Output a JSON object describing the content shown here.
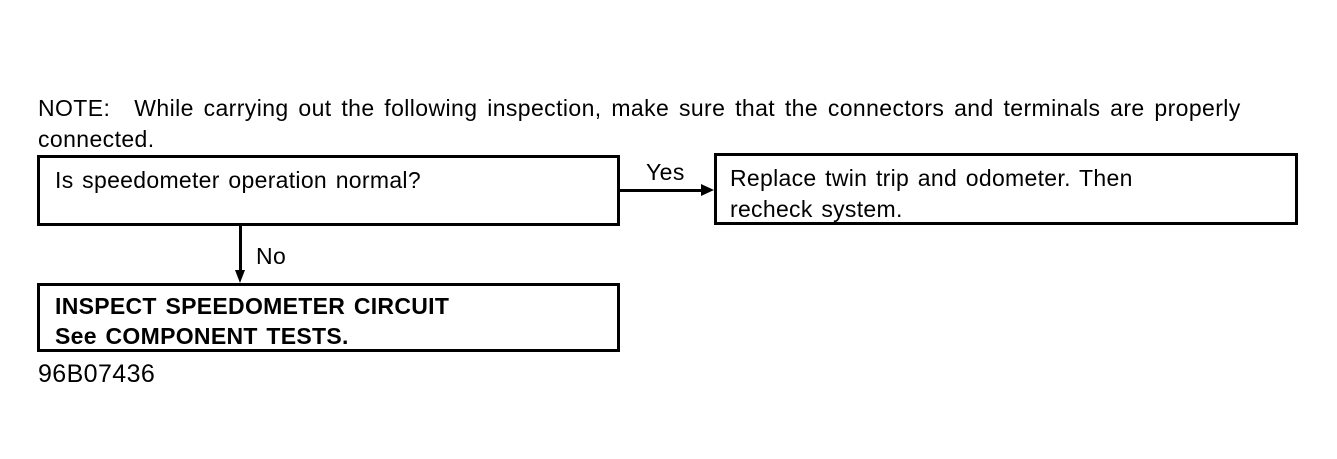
{
  "note": {
    "label": "NOTE:",
    "text": "While carrying out the following inspection, make sure that the connectors and terminals are properly connected."
  },
  "flowchart": {
    "question_box": {
      "text": "Is speedometer operation normal?"
    },
    "yes_label": "Yes",
    "no_label": "No",
    "yes_box": {
      "line1": "Replace twin trip and odometer. Then",
      "line2": "recheck system."
    },
    "no_box": {
      "line1": "INSPECT SPEEDOMETER CIRCUIT",
      "line2": "See COMPONENT TESTS."
    }
  },
  "figure_code": "96B07436",
  "colors": {
    "ink": "#000000",
    "background": "#ffffff"
  }
}
